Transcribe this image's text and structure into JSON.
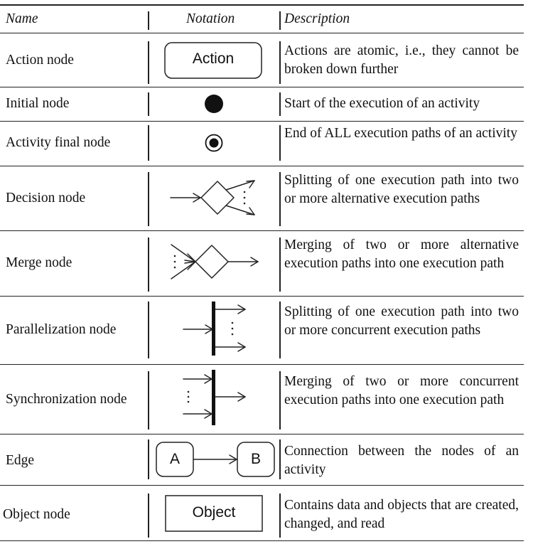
{
  "header": {
    "name": "Name",
    "notation": "Notation",
    "description": "Description"
  },
  "rows": [
    {
      "name": "Action node",
      "notation_label": "Action",
      "description": "Actions are atomic, i.e., they cannot be broken down further"
    },
    {
      "name": "Initial node",
      "description": "Start of the execution of an activity"
    },
    {
      "name": "Activity final node",
      "description": "End of ALL execution paths of an activity"
    },
    {
      "name": "Decision node",
      "description": "Splitting of one execution path into two or more alternative execution paths"
    },
    {
      "name": "Merge node",
      "description": "Merging of two or more alternative execution paths into one execution path"
    },
    {
      "name": "Parallelization node",
      "description": "Splitting of one execution path into two or more concurrent execution paths"
    },
    {
      "name": "Synchronization node",
      "description": "Merging of two or more concurrent execution paths into one execution path"
    },
    {
      "name": "Edge",
      "notation_label_a": "A",
      "notation_label_b": "B",
      "description": "Connection between the nodes of an activity"
    },
    {
      "name": "Object node",
      "notation_label": "Object",
      "description": "Contains data and objects that are created, changed, and read"
    }
  ]
}
